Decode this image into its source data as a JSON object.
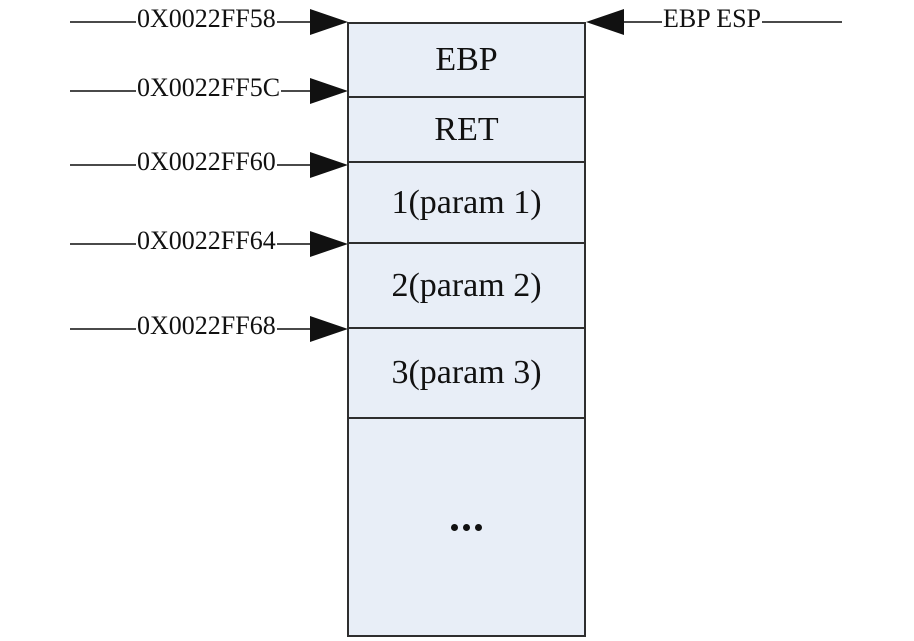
{
  "addresses": [
    {
      "label": "0X0022FF58"
    },
    {
      "label": "0X0022FF5C"
    },
    {
      "label": "0X0022FF60"
    },
    {
      "label": "0X0022FF64"
    },
    {
      "label": "0X0022FF68"
    }
  ],
  "stack": {
    "cells": [
      {
        "label": "EBP"
      },
      {
        "label": "RET"
      },
      {
        "label": "1(param 1)"
      },
      {
        "label": "2(param 2)"
      },
      {
        "label": "3(param 3)"
      },
      {
        "label": "..."
      }
    ]
  },
  "pointer": {
    "label": "EBP ESP"
  },
  "colors": {
    "cell_fill": "#e8eef7",
    "box_border": "#2e2e2e",
    "line": "#4a4a4a",
    "arrow": "#111111",
    "text": "#111111",
    "background": "#ffffff"
  }
}
